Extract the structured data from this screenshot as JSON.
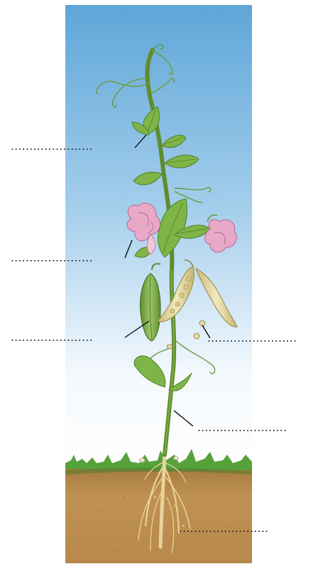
{
  "diagram": {
    "subject": "pea plant",
    "sky_top_color": "#5ea6d8",
    "sky_bottom_color": "#ffffff",
    "soil_color": "#b8894a",
    "grass_color": "#55a23a",
    "stem_color": "#5f8d2e",
    "leaf_color": "#7fb548",
    "pod_color": "#8fb55a",
    "dry_pod_color": "#e7dcaa",
    "flower_color": "#e8a9c8",
    "root_color": "#e9d29a",
    "leader_color": "#000000"
  },
  "labels": [
    {
      "id": "tendril-leaf",
      "text": "......................"
    },
    {
      "id": "flower",
      "text": "......................"
    },
    {
      "id": "pod",
      "text": "......................"
    },
    {
      "id": "seed",
      "text": "........................"
    },
    {
      "id": "stem",
      "text": "........................"
    },
    {
      "id": "roots",
      "text": "........................"
    }
  ]
}
